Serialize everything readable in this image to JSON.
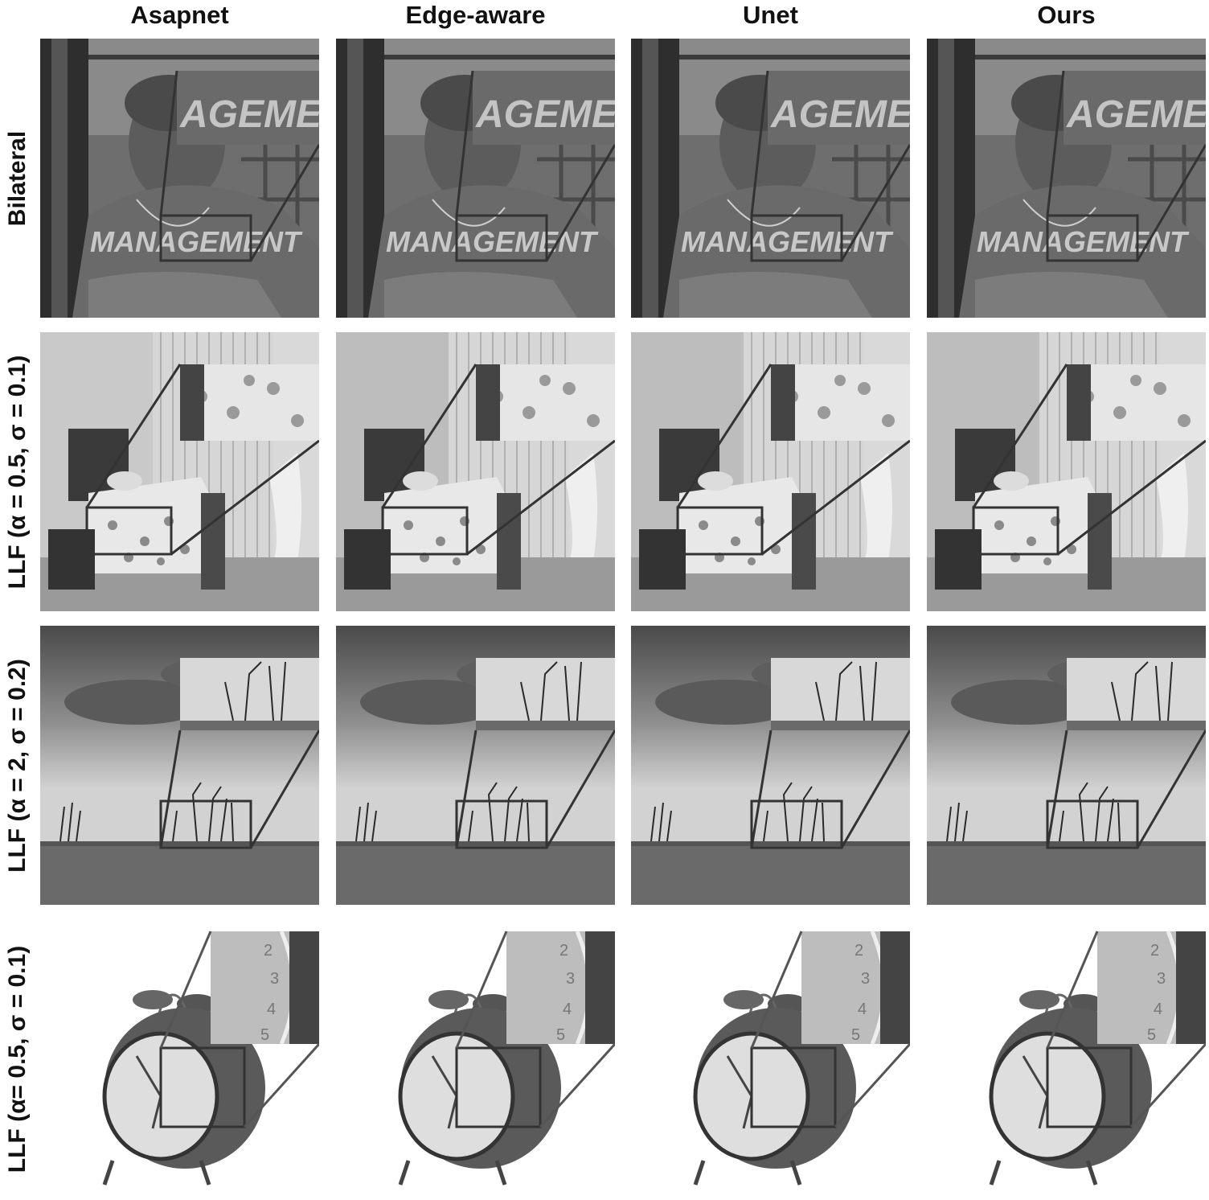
{
  "columns": [
    "Asapnet",
    "Edge-aware",
    "Unet",
    "Ours"
  ],
  "rows": [
    {
      "label": "Bilateral",
      "scene": "portrait",
      "overlay_text_top": "AGEMENT",
      "overlay_text_bottom": "MANAGEMENT"
    },
    {
      "label": "LLF (α = 0.5,  σ = 0.1)",
      "scene": "bedroom"
    },
    {
      "label": "LLF (α = 2,  σ = 0.2)",
      "scene": "landscape"
    },
    {
      "label": "LLF (α= 0.5,  σ = 0.1)",
      "scene": "clock",
      "clock_numerals_inset": [
        "2",
        "3",
        "4",
        "5"
      ]
    }
  ],
  "colors": {
    "text": "#111111",
    "zoom_box": "#3a3a3a"
  }
}
